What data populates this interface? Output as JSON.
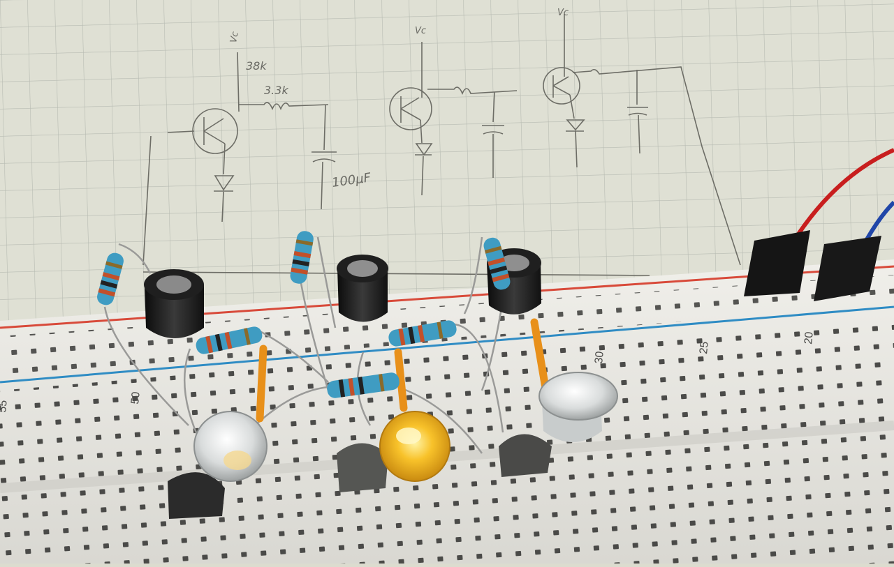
{
  "sketch": {
    "labels": [
      {
        "id": "supply-label-1",
        "text": "Vc"
      },
      {
        "id": "resistor-label-38k",
        "text": "38k"
      },
      {
        "id": "resistor-label-3-3k",
        "text": "3.3k"
      },
      {
        "id": "capacitor-label-100uf",
        "text": "100μF"
      },
      {
        "id": "supply-label-2",
        "text": "Vc"
      },
      {
        "id": "supply-label-3",
        "text": "Vc"
      }
    ]
  },
  "breadboard": {
    "column_numbers": [
      "55",
      "50",
      "30",
      "25",
      "20"
    ]
  },
  "colors": {
    "paper": "#dedfd2",
    "grid": "#b8bcb4",
    "pencil": "#6a6a64",
    "board": "#ecebe6",
    "red_rail": "#d84a3a",
    "blue_rail": "#2f8cc4",
    "led_lit": "#f2b21a",
    "jumper": "#e8901a",
    "resistor_body": "#3f9cc2",
    "capacitor": "#1d1d1d"
  }
}
